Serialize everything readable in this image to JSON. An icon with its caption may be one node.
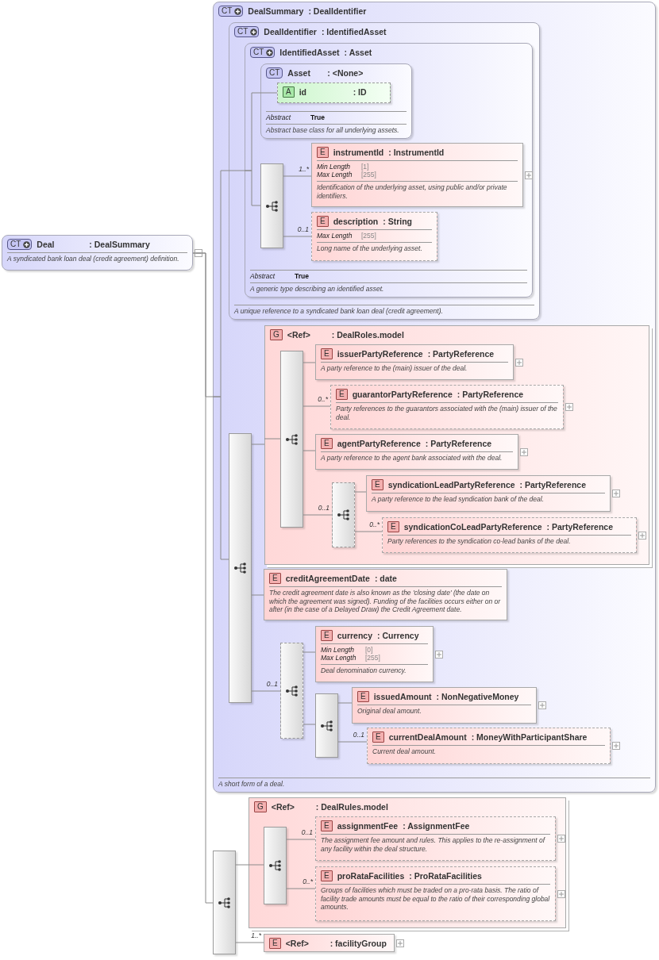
{
  "diagram": {
    "nodes": [
      {
        "text": [
          "CT",
          "Deal",
          ": DealSummary",
          "A syndicated bank loan deal (credit agreement) definition."
        ]
      },
      {
        "text": [
          "CT",
          "DealSummary",
          ": DealIdentifier",
          "A short form of a deal."
        ]
      },
      {
        "text": [
          "CT",
          "DealIdentifier",
          ": IdentifiedAsset",
          "A unique reference to a syndicated bank loan deal (credit agreement)."
        ],
        "in": 1
      },
      {
        "text": [
          "CT",
          "IdentifiedAsset",
          ": Asset",
          "Abstract",
          "True",
          "A generic type describing an identified asset."
        ],
        "in": 2
      },
      {
        "text": [
          "CT",
          "Asset",
          ": <None>",
          "Abstract",
          "True",
          "Abstract base class for all underlying assets."
        ],
        "in": 3
      },
      {
        "text": [
          "A",
          "id",
          ": ID"
        ],
        "in": 4
      },
      {
        "text": [],
        "shape": "bar",
        "in": 3
      },
      {
        "text": [
          "E",
          "instrumentId",
          ": InstrumentId",
          "Min Length",
          "[1]",
          "Max Length",
          "[255]",
          "Identification of the underlying asset, using public and/or private identifiers."
        ],
        "in": 3
      },
      {
        "text": [
          "E",
          "description",
          ": String",
          "Max Length",
          "[255]",
          "Long name of the underlying asset."
        ],
        "in": 3
      },
      {
        "text": [],
        "shape": "bar",
        "in": 1
      },
      {
        "text": [
          "G",
          "<Ref>",
          ": DealRoles.model"
        ],
        "in": 1
      },
      {
        "text": [],
        "shape": "bar",
        "in": 10
      },
      {
        "text": [
          "E",
          "issuerPartyReference",
          ": PartyReference",
          "A party reference to the (main) issuer of the deal."
        ],
        "in": 10
      },
      {
        "text": [
          "E",
          "guarantorPartyReference",
          ": PartyReference",
          "Party references to the guarantors associated with the (main) issuer of the deal."
        ],
        "in": 10
      },
      {
        "text": [
          "E",
          "agentPartyReference",
          ": PartyReference",
          "A party reference to the agent bank associated with the deal."
        ],
        "in": 10
      },
      {
        "text": [],
        "shape": "bar",
        "in": 10
      },
      {
        "text": [
          "E",
          "syndicationLeadPartyReference",
          ": PartyReference",
          "A party reference to the lead syndication bank of the deal."
        ],
        "in": 10
      },
      {
        "text": [
          "E",
          "syndicationCoLeadPartyReference",
          ": PartyReference",
          "Party references to the syndication co-lead banks of the deal."
        ],
        "in": 10
      },
      {
        "text": [
          "E",
          "creditAgreementDate",
          ": date",
          "The credit agreement date is also known as the 'closing date' (the date on which the agreement was signed). Funding of the facilities occurs either on or after (in the case of a Delayed Draw) the Credit Agreement date."
        ],
        "in": 1
      },
      {
        "text": [],
        "shape": "bar",
        "in": 1
      },
      {
        "text": [
          "E",
          "currency",
          ": Currency",
          "Min Length",
          "[0]",
          "Max Length",
          "[255]",
          "Deal denomination currency."
        ],
        "in": 1
      },
      {
        "text": [],
        "shape": "bar",
        "in": 1
      },
      {
        "text": [
          "E",
          "issuedAmount",
          ": NonNegativeMoney",
          "Original deal amount."
        ],
        "in": 1
      },
      {
        "text": [
          "E",
          "currentDealAmount",
          ": MoneyWithParticipantShare",
          "Current deal amount."
        ],
        "in": 1
      },
      {
        "text": [],
        "shape": "bar"
      },
      {
        "text": [
          "G",
          "<Ref>",
          ": DealRules.model"
        ]
      },
      {
        "text": [],
        "shape": "bar",
        "in": 25
      },
      {
        "text": [
          "E",
          "assignmentFee",
          ": AssignmentFee",
          "The assignment fee amount and rules. This applies to the re-assignment of any facility within the deal structure."
        ],
        "in": 25
      },
      {
        "text": [
          "E",
          "proRataFacilities",
          ": ProRataFacilities",
          "Groups of facilities which must be traded on a pro-rata basis. The ratio of facility trade amounts must be equal to the ratio of their corresponding global amounts."
        ],
        "in": 25
      },
      {
        "text": [
          "E",
          "<Ref>",
          ": facilityGroup"
        ]
      }
    ],
    "edges": [
      {
        "from": 0,
        "to": 1,
        "arrow": "none"
      },
      {
        "from": 0,
        "to": 24,
        "arrow": "none"
      },
      {
        "from": 1,
        "to": 2,
        "arrow": "none"
      },
      {
        "from": 1,
        "to": 9,
        "arrow": "none"
      },
      {
        "from": 2,
        "to": 3,
        "arrow": "none"
      },
      {
        "from": 3,
        "to": 5,
        "arrow": "none"
      },
      {
        "from": 3,
        "to": 6,
        "arrow": "none"
      },
      {
        "from": 6,
        "to": 7,
        "arrow": "none",
        "label": "1..*"
      },
      {
        "from": 6,
        "to": 8,
        "arrow": "none",
        "label": "0..1"
      },
      {
        "from": 9,
        "to": 10,
        "arrow": "none"
      },
      {
        "from": 9,
        "to": 18,
        "arrow": "none"
      },
      {
        "from": 9,
        "to": 19,
        "arrow": "none",
        "label": "0..1"
      },
      {
        "from": 10,
        "to": 11,
        "arrow": "none"
      },
      {
        "from": 11,
        "to": 12,
        "arrow": "none"
      },
      {
        "from": 11,
        "to": 13,
        "arrow": "none",
        "label": "0..*"
      },
      {
        "from": 11,
        "to": 14,
        "arrow": "none"
      },
      {
        "from": 11,
        "to": 15,
        "arrow": "none",
        "label": "0..1"
      },
      {
        "from": 15,
        "to": 16,
        "arrow": "none"
      },
      {
        "from": 15,
        "to": 17,
        "arrow": "none",
        "label": "0..*"
      },
      {
        "from": 19,
        "to": 20,
        "arrow": "none"
      },
      {
        "from": 19,
        "to": 21,
        "arrow": "none"
      },
      {
        "from": 21,
        "to": 22,
        "arrow": "none"
      },
      {
        "from": 21,
        "to": 23,
        "arrow": "none",
        "label": "0..1"
      },
      {
        "from": 24,
        "to": 25,
        "arrow": "none"
      },
      {
        "from": 24,
        "to": 29,
        "arrow": "none",
        "label": "1..*"
      },
      {
        "from": 25,
        "to": 26,
        "arrow": "none"
      },
      {
        "from": 26,
        "to": 27,
        "arrow": "none",
        "label": "0..1"
      },
      {
        "from": 26,
        "to": 28,
        "arrow": "none",
        "label": "0..*"
      }
    ]
  }
}
